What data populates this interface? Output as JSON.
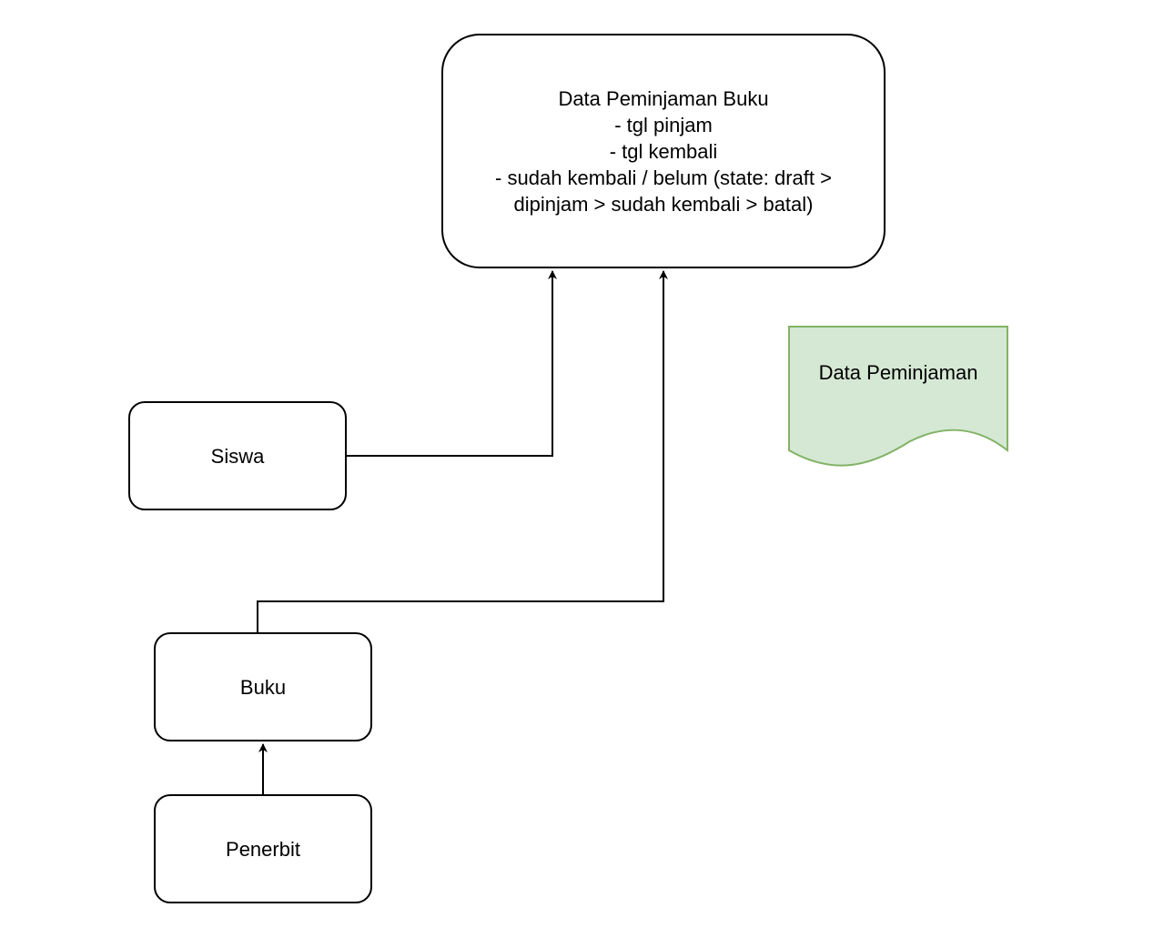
{
  "diagram": {
    "nodes": {
      "main": {
        "lines": [
          "Data Peminjaman Buku",
          "- tgl pinjam",
          "- tgl kembali",
          "- sudah kembali / belum (state: draft >",
          "dipinjam > sudah kembali > batal)"
        ]
      },
      "siswa": {
        "label": "Siswa"
      },
      "buku": {
        "label": "Buku"
      },
      "penerbit": {
        "label": "Penerbit"
      },
      "document": {
        "label": "Data Peminjaman"
      }
    },
    "edges": [
      {
        "from": "Siswa",
        "to": "Data Peminjaman Buku"
      },
      {
        "from": "Buku",
        "to": "Data Peminjaman Buku"
      },
      {
        "from": "Penerbit",
        "to": "Buku"
      }
    ],
    "colors": {
      "stroke": "#000000",
      "node_fill": "#ffffff",
      "document_fill": "#d5e8d4",
      "document_stroke": "#82b366"
    }
  }
}
